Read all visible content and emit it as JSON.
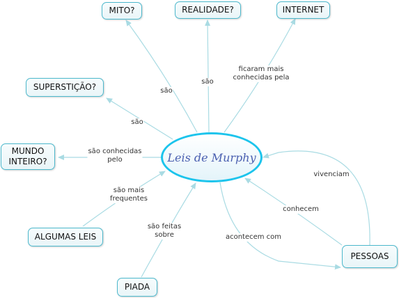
{
  "central": "Leis de Murphy",
  "nodes": {
    "mito": "MITO?",
    "realidade": "REALIDADE?",
    "internet": "INTERNET",
    "supersticao": "SUPERSTIÇÃO?",
    "mundo": "MUNDO\nINTEIRO?",
    "algumas": "ALGUMAS LEIS",
    "piada": "PIADA",
    "pessoas": "PESSOAS"
  },
  "links": {
    "mito": "são",
    "realidade": "são",
    "internet": "ficaram mais\nconhecidas pela",
    "supersticao": "são",
    "mundo": "são conhecidas\npelo",
    "algumas": "são mais\nfrequentes",
    "piada": "são feitas\nsobre",
    "vivenciam": "vivenciam",
    "conhecem": "conhecem",
    "acontecem": "acontecem com"
  },
  "colors": {
    "line": "#a9dbe3",
    "node_border": "#4cb8cc",
    "central_border": "#1cc4ec"
  }
}
